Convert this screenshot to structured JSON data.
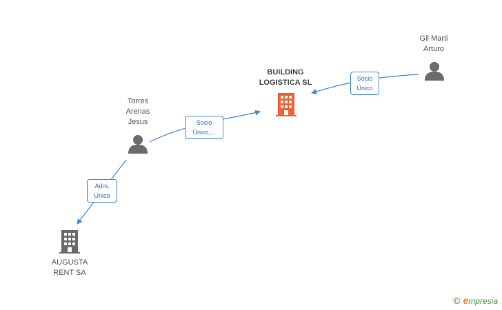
{
  "nodes": {
    "building": {
      "label": "BUILDING\nLOGISTICA SL",
      "icon": "building-icon",
      "color": "#f0633a"
    },
    "augusta": {
      "label": "AUGUSTA\nRENT SA",
      "icon": "building-icon",
      "color": "#6b6b6b"
    },
    "torres": {
      "label": "Torres\nArenas\nJesus",
      "icon": "person-icon",
      "color": "#6b6b6b"
    },
    "gil": {
      "label": "Gil Marti\nArturo",
      "icon": "person-icon",
      "color": "#6b6b6b"
    }
  },
  "edges": {
    "torres_building": "Socio\nÚnico,...",
    "gil_building": "Socio\nÚnico",
    "torres_augusta": "Adm.\nUnico"
  },
  "colors": {
    "edge": "#4a86d6"
  },
  "footer": {
    "copyright": "©",
    "brand_initial": "e",
    "brand_rest": "mpresia"
  }
}
